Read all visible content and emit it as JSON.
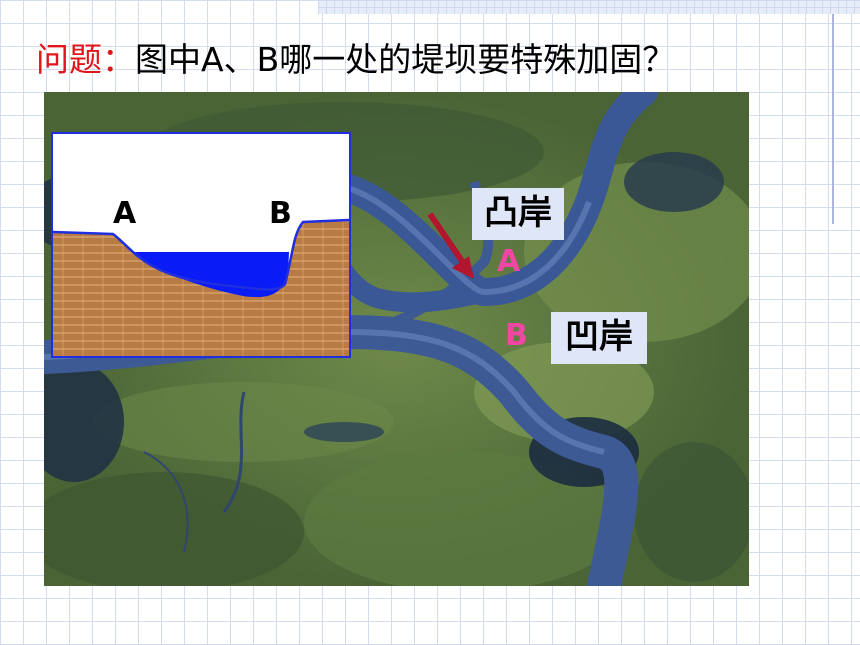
{
  "question": {
    "label": "问题：",
    "text": "图中A、B哪一处的堤坝要特殊加固？"
  },
  "map": {
    "convex_bank_label": "凸岸",
    "concave_bank_label": "凹岸",
    "point_a": "A",
    "point_b": "B"
  },
  "inset": {
    "label_a": "A",
    "label_b": "B"
  },
  "colors": {
    "question_label": "#e0161b",
    "point_labels": "#f047a4",
    "arrow": "#b3142e",
    "inset_water": "#0a1cf5",
    "inset_border": "#1f2fe0"
  }
}
